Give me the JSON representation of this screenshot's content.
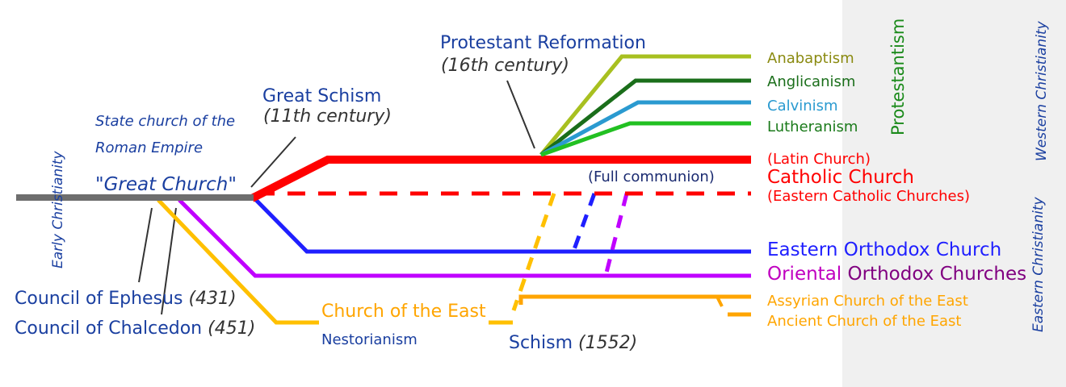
{
  "title_labels": {
    "state_church_line1": "State church of the",
    "state_church_line2": "Roman Empire",
    "great_church": "\"Great Church\"",
    "great_schism": "Great Schism",
    "great_schism_date": "(11th century)",
    "reformation": "Protestant Reformation",
    "reformation_date": "(16th century)",
    "ephesus": "Council of Ephesus",
    "ephesus_date": "(431)",
    "chalcedon": "Council of Chalcedon",
    "chalcedon_date": "(451)",
    "church_of_east": "Church of the East",
    "nestorianism": "Nestorianism",
    "schism": "Schism",
    "schism_date": "(1552)",
    "full_communion": "(Full communion)"
  },
  "branches": {
    "anabaptism": "Anabaptism",
    "anglicanism": "Anglicanism",
    "calvinism": "Calvinism",
    "lutheranism": "Lutheranism",
    "latin": "(Latin Church)",
    "catholic": "Catholic Church",
    "eastern_catholic": "(Eastern Catholic Churches)",
    "eastern_orthodox": "Eastern Orthodox Church",
    "oriental_part1": "Oriental ",
    "oriental_part2": "Orthodox Churches",
    "assyrian": "Assyrian Church of the East",
    "ancient": "Ancient Church of the East"
  },
  "vertical_labels": {
    "early": "Early Christianity",
    "protestantism": "Protestantism",
    "western": "Western Christianity",
    "eastern": "Eastern Christianity"
  },
  "colors": {
    "early": "#6e6e6e",
    "catholic": "#ff0000",
    "eastern_orthodox": "#1f1fff",
    "oriental": "#c000ff",
    "east": "#ffc000",
    "assyrian": "#ffa500",
    "anabaptism": "#a8c020",
    "anglicanism": "#1a6e1a",
    "calvinism": "#2a9ad0",
    "lutheranism": "#22c022"
  }
}
